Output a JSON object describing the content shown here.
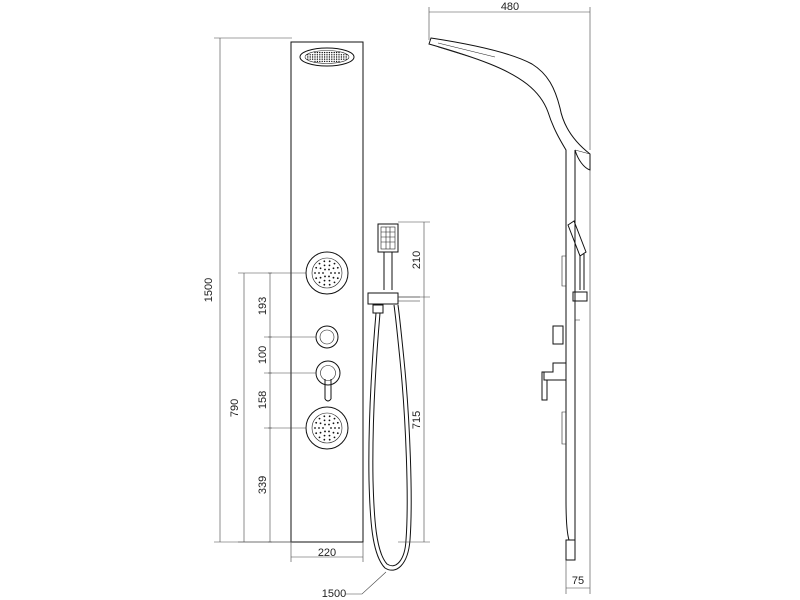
{
  "drawing": {
    "colors": {
      "line": "#111111",
      "dimension": "#444444",
      "background": "#ffffff"
    },
    "dimensions": {
      "total_height": "1500",
      "lower_span": "790",
      "seg_a": "193",
      "seg_b": "100",
      "seg_c": "158",
      "seg_d": "339",
      "handshower_height": "210",
      "hose_span": "715",
      "front_width": "220",
      "hose_length": "1500",
      "side_depth": "480",
      "base_depth": "75"
    }
  }
}
